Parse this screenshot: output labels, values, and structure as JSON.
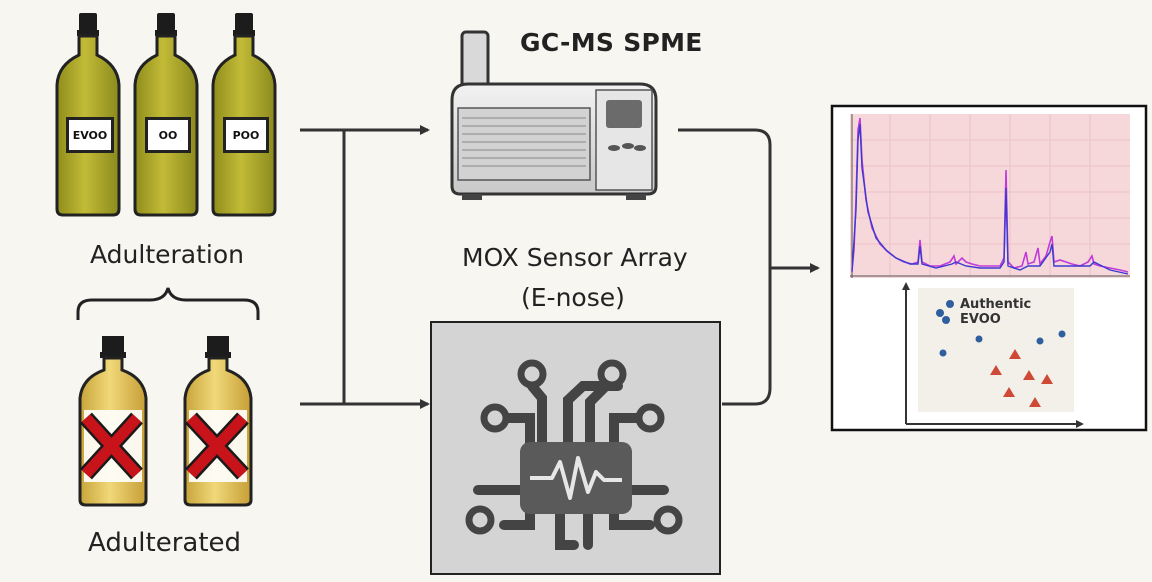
{
  "labels": {
    "gcms_title": "GC-MS SPME",
    "adulteration": "Adulteration",
    "adulterated": "Adulterated",
    "mox_line1": "MOX Sensor Array",
    "mox_line2": "(E-nose)"
  },
  "bottles": {
    "top": [
      "EVOO",
      "OO",
      "POO"
    ]
  },
  "scatter_legend": {
    "line1": "Authentic",
    "line2": "EVOO"
  },
  "colors": {
    "oil_green": "#a8a52a",
    "oil_light": "#cfc04a",
    "cross_red": "#c8131b",
    "arrow": "#333333",
    "chart_bg": "#f4d7da",
    "spectrum_blue": "#3b3ad0",
    "spectrum_magenta": "#c23ad8",
    "dot_blue": "#2f5f9e",
    "tri_red": "#cf4a36"
  },
  "icons": [
    "bottle-icon",
    "cross-icon",
    "gcms-instrument-icon",
    "chip-icon"
  ]
}
